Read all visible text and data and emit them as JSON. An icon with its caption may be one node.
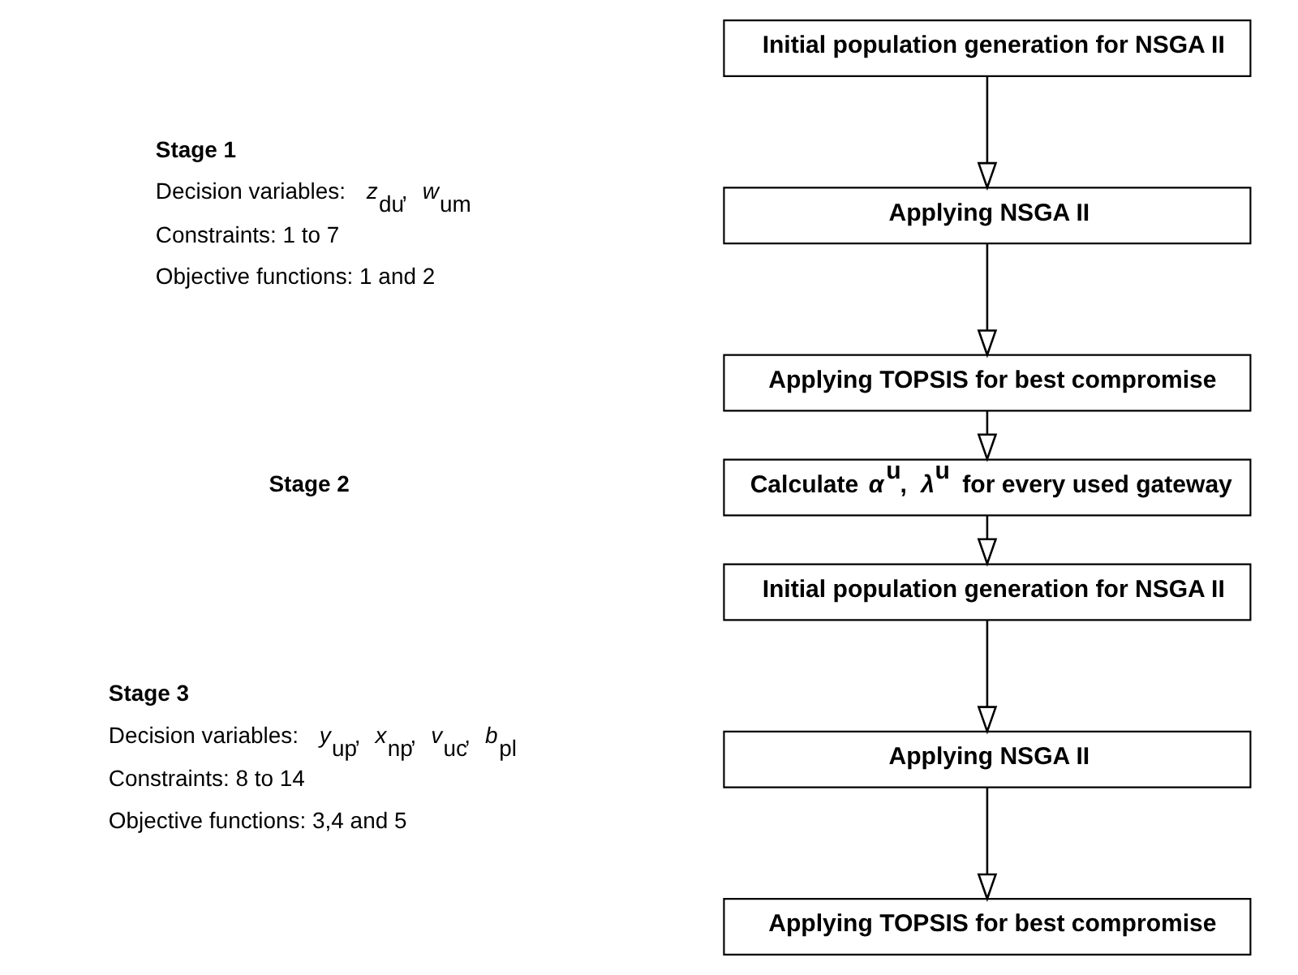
{
  "diagram": {
    "nodes": [
      {
        "text": [
          "Initial population generation for NSGA II"
        ]
      },
      {
        "text": [
          "Applying NSGA II"
        ]
      },
      {
        "text": [
          "Applying TOPSIS for best compromise"
        ]
      },
      {
        "text": [
          "Calculate *α*$^{u}$, *λ*$^{u}$ for every used gateway"
        ]
      },
      {
        "text": [
          "Initial population generation for NSGA II"
        ]
      },
      {
        "text": [
          "Applying NSGA II"
        ]
      },
      {
        "text": [
          "Applying TOPSIS for best compromise"
        ]
      }
    ],
    "edges": [
      {
        "from": 0,
        "to": 1,
        "arrow": "to"
      },
      {
        "from": 1,
        "to": 2,
        "arrow": "to"
      },
      {
        "from": 2,
        "to": 3,
        "arrow": "to"
      },
      {
        "from": 3,
        "to": 4,
        "arrow": "to"
      },
      {
        "from": 4,
        "to": 5,
        "arrow": "to"
      },
      {
        "from": 5,
        "to": 6,
        "arrow": "to"
      }
    ],
    "labels": [
      "**Stage 1**",
      "Decision variables: *z*$_{du}$, *w*$_{um}$",
      "Constraints: 1 to 7",
      "Objective functions: 1 and 2",
      "**Stage 2**",
      "**Stage 3**",
      "Decision variables: *y*$_{up}$, *x*$_{np}$, *v*$_{uc}$, *b*$_{pl}$",
      "Constraints: 8 to 14",
      "Objective functions: 3,4 and 5"
    ]
  }
}
